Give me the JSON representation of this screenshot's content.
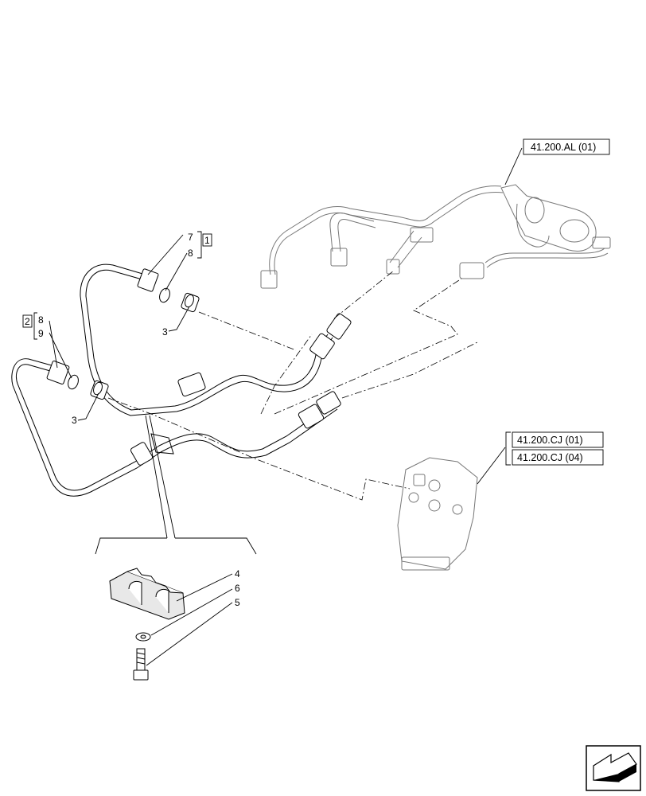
{
  "references": {
    "ref_al": "41.200.AL (01)",
    "ref_cj1": "41.200.CJ (01)",
    "ref_cj4": "41.200.CJ (04)"
  },
  "boxes": {
    "box1": "1",
    "box2": "2"
  },
  "callouts": {
    "c7": "7",
    "c8_top": "8",
    "c8_left": "8",
    "c9": "9",
    "c3_upper": "3",
    "c3_lower": "3",
    "c4": "4",
    "c6": "6",
    "c5": "5"
  },
  "icons": {
    "nav": "next-page-arrow-icon"
  }
}
